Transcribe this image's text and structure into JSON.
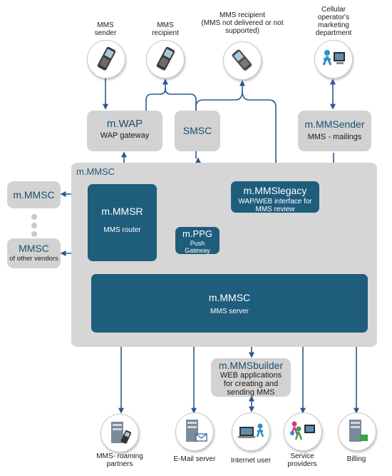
{
  "top_labels": {
    "mms_sender": "MMS\nsender",
    "mms_recipient": "MMS\nrecipient",
    "mms_recipient_unsupported": "MMS recipient\n(MMS not delivered or not\nsupported)",
    "marketing": "Cellular\noperator's\nmarketing\ndepartment"
  },
  "gateways": {
    "wap": {
      "title": "m.WAP",
      "subtitle": "WAP gateway"
    },
    "smsc": {
      "title": "SMSC"
    },
    "mmsender": {
      "title": "m.MMSender",
      "subtitle": "MMS - mailings"
    }
  },
  "main_area_title": "m.MMSC",
  "left_nodes": {
    "mmsc": {
      "title": "m.MMSC"
    },
    "other_vendors": {
      "title": "MMSC",
      "subtitle": "of other vendors"
    }
  },
  "modules": {
    "mmsr": {
      "title": "m.MMSR",
      "subtitle": "MMS router"
    },
    "mmslegacy": {
      "title": "m.MMSlegacy",
      "subtitle": "WAP/WEB interface for\nMMS review"
    },
    "ppg": {
      "title": "m.PPG",
      "subtitle": "Push\nGateway"
    },
    "mmsc_server": {
      "title": "m.MMSC",
      "subtitle": "MMS server"
    }
  },
  "mmsbuilder": {
    "title": "m.MMSbuilder",
    "subtitle": "WEB applications\nfor creating and\nsending MMS"
  },
  "bottom_labels": {
    "roaming": "MMS- roaming\npartners",
    "email": "E-Mail server",
    "internet_user": "Internet user",
    "service_providers": "Service\nproviders",
    "billing": "Billing"
  },
  "colors": {
    "module_blue": "#1e5d7c",
    "arrow_blue": "#2a5a8f",
    "gray_box": "#d2d2d2",
    "area_gray": "#d6d6d6"
  },
  "icons": {
    "phone": "mobile-phone-icon",
    "person": "person-at-computer-icon",
    "server": "server-tower-icon",
    "laptop": "laptop-icon"
  }
}
